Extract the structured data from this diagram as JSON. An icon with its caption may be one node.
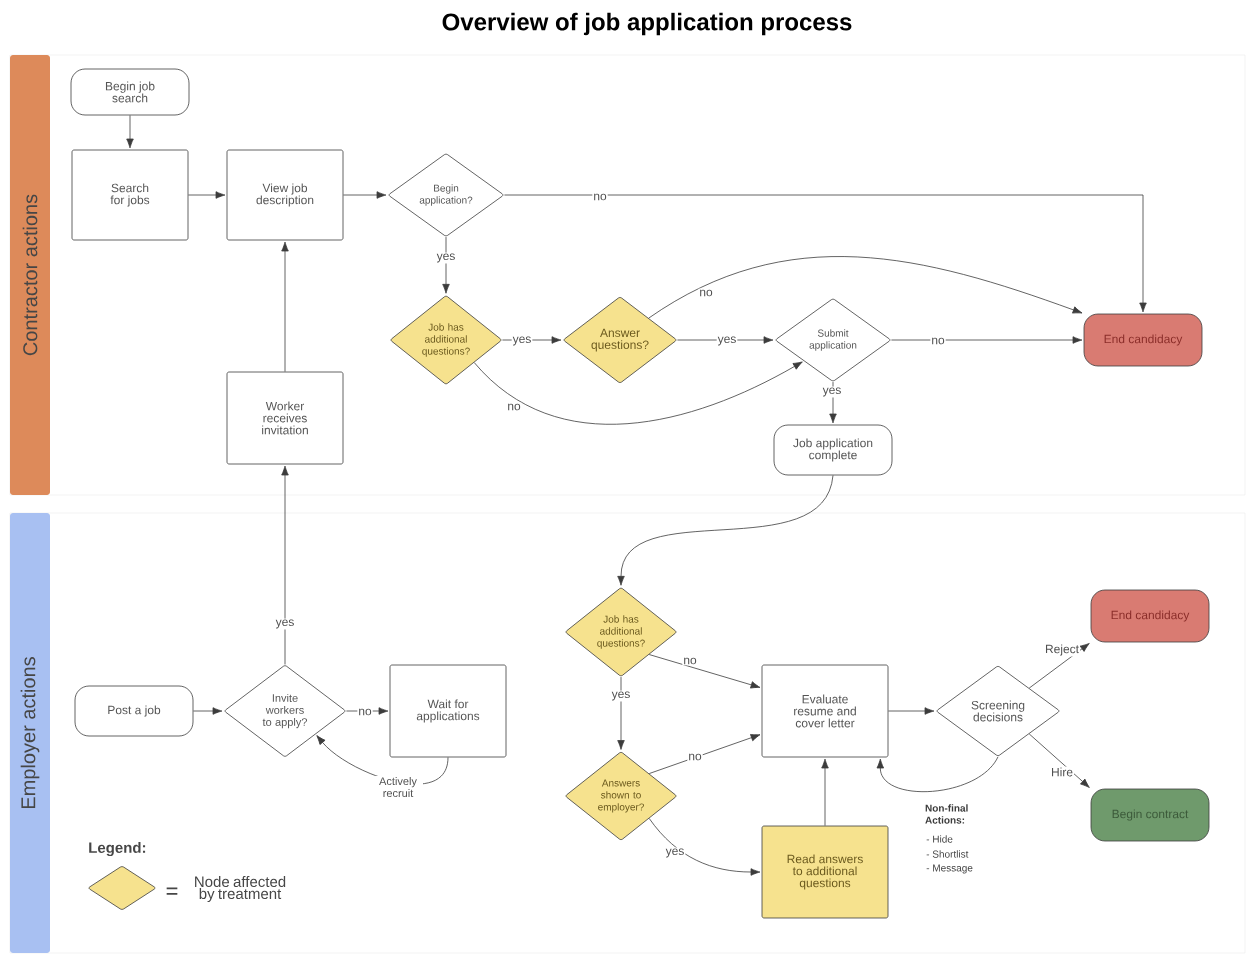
{
  "diagram": {
    "title": "Overview of job application process",
    "nodes": [
      {
        "text": [
          "Contractor actions"
        ]
      },
      {
        "text": [
          "Begin job search"
        ],
        "in": 0
      },
      {
        "text": [
          "Search for jobs"
        ],
        "in": 0
      },
      {
        "text": [
          "View job description"
        ],
        "in": 0
      },
      {
        "text": [
          "Begin application?"
        ],
        "in": 0
      },
      {
        "text": [
          "Job has additional questions?"
        ],
        "in": 0
      },
      {
        "text": [
          "Answer questions?"
        ],
        "in": 0
      },
      {
        "text": [
          "Submit application"
        ],
        "in": 0
      },
      {
        "text": [
          "End candidacy"
        ],
        "in": 0
      },
      {
        "text": [
          "Worker receives invitation"
        ],
        "in": 0
      },
      {
        "text": [
          "Job application complete"
        ],
        "in": 0
      },
      {
        "text": [
          "Employer actions"
        ]
      },
      {
        "text": [
          "Post a job"
        ],
        "in": 11
      },
      {
        "text": [
          "Invite workers to apply?"
        ],
        "in": 11
      },
      {
        "text": [
          "Wait for applications"
        ],
        "in": 11
      },
      {
        "text": [
          "Job has additional questions?"
        ],
        "in": 11
      },
      {
        "text": [
          "Answers shown to employer?"
        ],
        "in": 11
      },
      {
        "text": [
          "Evaluate resume and cover letter"
        ],
        "in": 11
      },
      {
        "text": [
          "Read answers to additional questions"
        ],
        "in": 11
      },
      {
        "text": [
          "Screening decisions"
        ],
        "in": 11
      },
      {
        "text": [
          "End candidacy"
        ],
        "in": 11
      },
      {
        "text": [
          "Begin contract"
        ],
        "in": 11
      }
    ],
    "edges": [
      {
        "from": 1,
        "to": 2,
        "arrow": "to"
      },
      {
        "from": 2,
        "to": 3,
        "arrow": "to"
      },
      {
        "from": 3,
        "to": 4,
        "arrow": "to"
      },
      {
        "from": 4,
        "to": 8,
        "arrow": "to",
        "label": "no"
      },
      {
        "from": 4,
        "to": 5,
        "arrow": "to",
        "label": "yes"
      },
      {
        "from": 5,
        "to": 6,
        "arrow": "to",
        "label": "yes"
      },
      {
        "from": 6,
        "to": 8,
        "arrow": "to",
        "label": "no"
      },
      {
        "from": 6,
        "to": 7,
        "arrow": "to",
        "label": "yes"
      },
      {
        "from": 7,
        "to": 8,
        "arrow": "to",
        "label": "no"
      },
      {
        "from": 5,
        "to": 7,
        "arrow": "to",
        "label": "no"
      },
      {
        "from": 7,
        "to": 10,
        "arrow": "to",
        "label": "yes"
      },
      {
        "from": 9,
        "to": 3,
        "arrow": "to"
      },
      {
        "from": 10,
        "to": 15,
        "arrow": "to"
      },
      {
        "from": 12,
        "to": 13,
        "arrow": "to"
      },
      {
        "from": 13,
        "to": 9,
        "arrow": "to",
        "label": "yes"
      },
      {
        "from": 13,
        "to": 14,
        "arrow": "to",
        "label": "no"
      },
      {
        "from": 14,
        "to": 13,
        "arrow": "to",
        "label": "Actively recruit"
      },
      {
        "from": 15,
        "to": 17,
        "arrow": "to",
        "label": "no"
      },
      {
        "from": 15,
        "to": 16,
        "arrow": "to",
        "label": "yes"
      },
      {
        "from": 16,
        "to": 17,
        "arrow": "to",
        "label": "no"
      },
      {
        "from": 16,
        "to": 18,
        "arrow": "to",
        "label": "yes"
      },
      {
        "from": 18,
        "to": 17,
        "arrow": "to"
      },
      {
        "from": 17,
        "to": 19,
        "arrow": "to"
      },
      {
        "from": 19,
        "to": 20,
        "arrow": "to",
        "label": "Reject"
      },
      {
        "from": 19,
        "to": 21,
        "arrow": "to",
        "label": "Hire"
      },
      {
        "from": 19,
        "to": 17,
        "arrow": "to",
        "label": "Non-final Actions:"
      }
    ],
    "labels": [
      "- Hide",
      "- Shortlist",
      "- Message",
      "Legend:",
      "="
    ],
    "legend": [
      {
        "text": "Node affected by treatment",
        "color": "#f6e28e"
      }
    ]
  }
}
